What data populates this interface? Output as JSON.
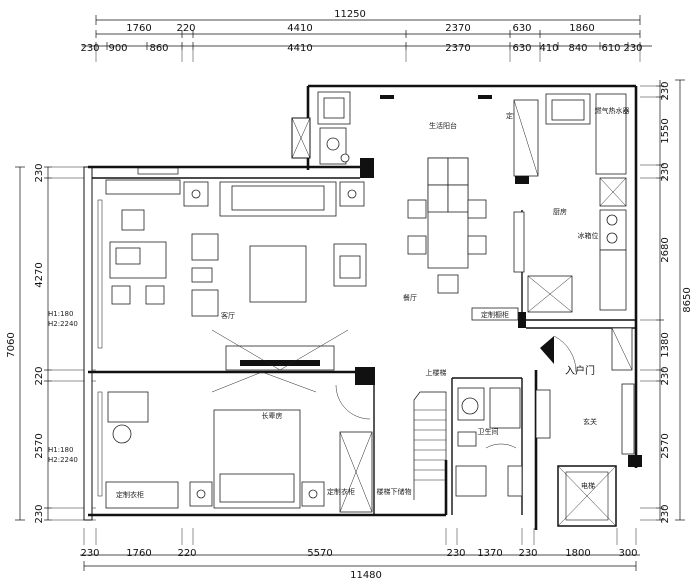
{
  "dimensions": {
    "top_total": "11250",
    "top_row1": [
      "1760",
      "220",
      "4410",
      "2370",
      "630",
      "1860"
    ],
    "top_row2": [
      "230",
      "900",
      "860",
      "4410",
      "2370",
      "630",
      "410",
      "840",
      "610",
      "230"
    ],
    "bottom_total": "11480",
    "bottom_row": [
      "230",
      "1760",
      "220",
      "5570",
      "230",
      "1370",
      "230",
      "1800",
      "300"
    ],
    "left_total": "7060",
    "left_row": [
      "230",
      "4270",
      "220",
      "2570",
      "230"
    ],
    "right_total": "8650",
    "right_row": [
      "230",
      "1550",
      "230",
      "2680",
      "1380",
      "230",
      "2570",
      "230"
    ]
  },
  "rooms": {
    "balcony": "生活阳台",
    "living": "客厅",
    "dining": "餐厅",
    "kitchen": "厨房",
    "master_bedroom": "长辈房",
    "bathroom": "卫生间",
    "foyer": "玄关",
    "entrance": "入户门",
    "elevator": "电梯"
  },
  "labels": {
    "custom_cabinet_top": "定制橱柜",
    "water_heater": "燃气热水器",
    "fridge": "冰箱位",
    "custom_cabinet_mid": "定制橱柜",
    "custom_wardrobe_left": "定制衣柜",
    "custom_wardrobe_right": "定制衣柜",
    "stair_up": "上楼梯",
    "stair_down": "楼梯下储物"
  },
  "heights": {
    "upper_h1": "H1:180",
    "upper_h2": "H2:2240",
    "lower_h1": "H1:180",
    "lower_h2": "H2:2240"
  }
}
